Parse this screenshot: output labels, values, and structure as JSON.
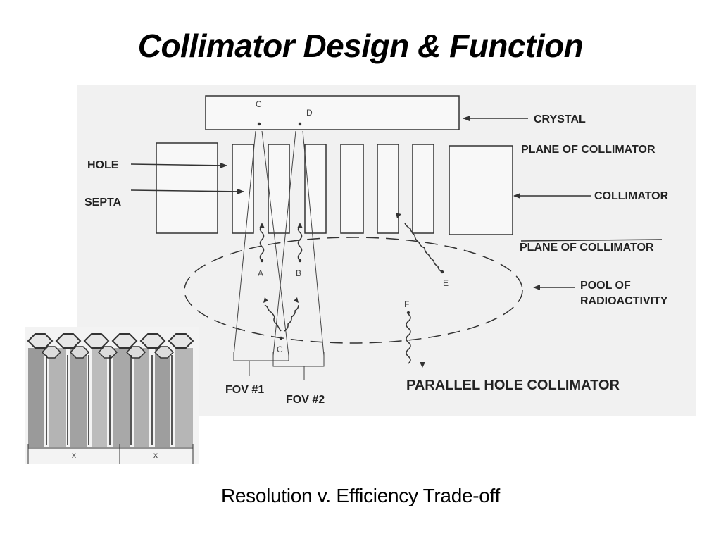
{
  "slide": {
    "title": "Collimator Design & Function",
    "subtitle": "Resolution v. Efficiency Trade-off"
  },
  "diagram": {
    "labels": {
      "crystal": "CRYSTAL",
      "plane_top": "PLANE OF COLLIMATOR",
      "collimator": "COLLIMATOR",
      "plane_bottom": "PLANE OF COLLIMATOR",
      "pool_line1": "POOL OF",
      "pool_line2": "RADIOACTIVITY",
      "hole": "HOLE",
      "septa": "SEPTA",
      "fov1": "FOV #1",
      "fov2": "FOV #2",
      "caption": "PARALLEL HOLE COLLIMATOR"
    },
    "points": {
      "a": "A",
      "b": "B",
      "c_top": "C",
      "d": "D",
      "c_bottom": "C",
      "e": "E",
      "f": "F"
    }
  },
  "photo": {
    "dimension_mark_left": "x",
    "dimension_mark_right": "x"
  }
}
